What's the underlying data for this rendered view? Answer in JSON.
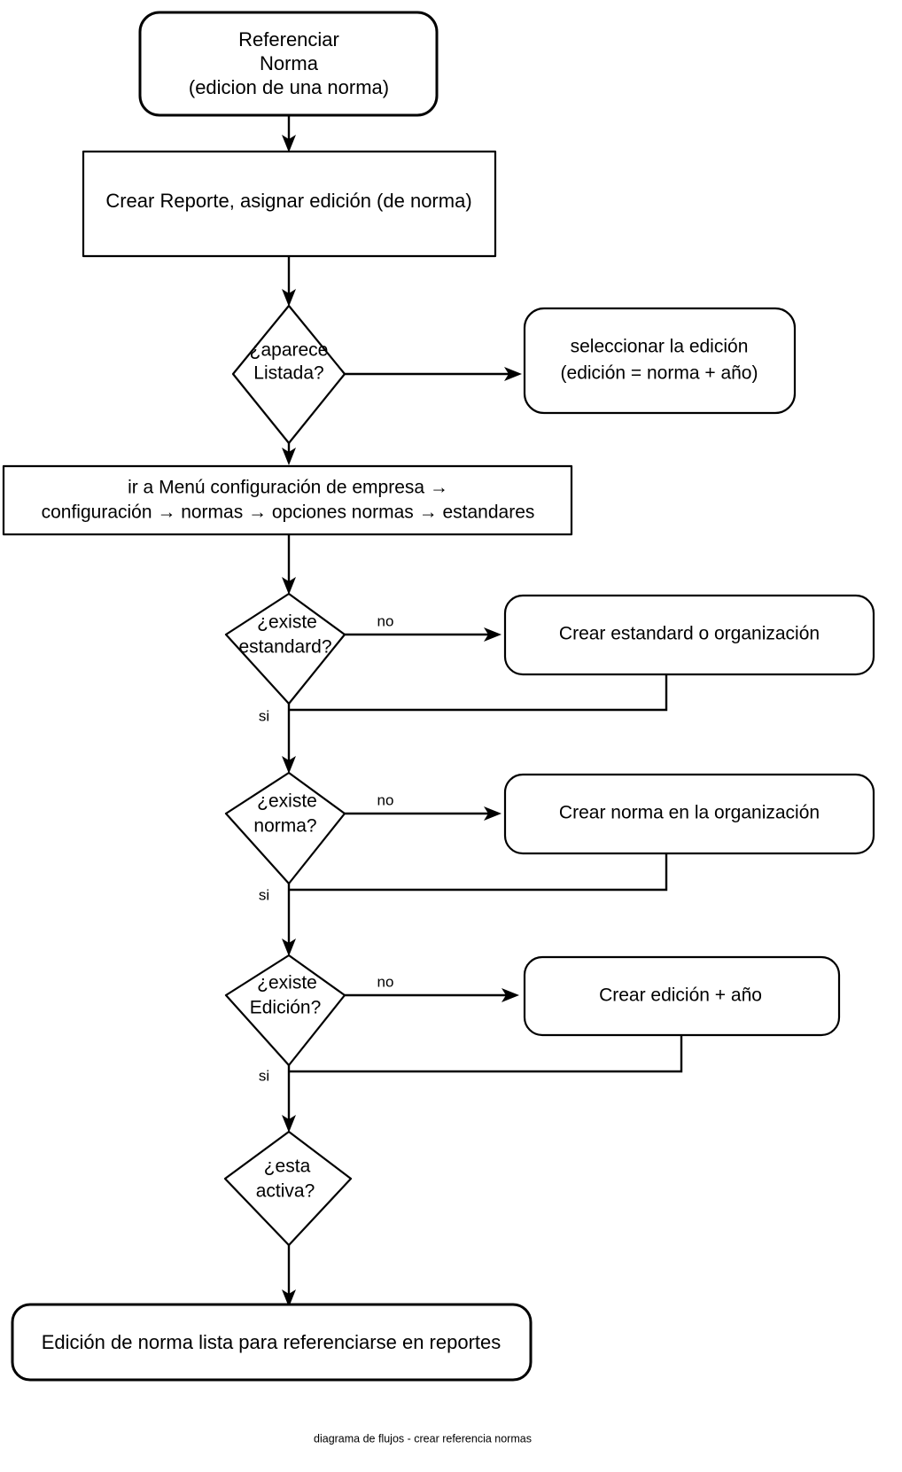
{
  "diagram": {
    "caption": "diagrama de flujos - crear referencia normas",
    "colors": {
      "background": "#ffffff",
      "stroke": "#000000",
      "text": "#000000"
    },
    "nodes": {
      "start": {
        "shape": "rounded-rect",
        "line1": "Referenciar",
        "line2": "Norma",
        "line3": "(edicion de una norma)"
      },
      "crear_reporte": {
        "shape": "rect",
        "line1": "Crear Reporte, asignar edición (de norma)"
      },
      "aparece_listada": {
        "shape": "diamond",
        "line1": "¿aparece",
        "line2": "Listada?"
      },
      "seleccionar_edicion": {
        "shape": "rounded-rect",
        "line1": "seleccionar la edición",
        "line2": "(edición = norma + año)"
      },
      "ir_a_menu": {
        "shape": "rect",
        "line1": "ir a Menú configuración de empresa →",
        "line2": "configuración → normas → opciones normas → estandares"
      },
      "existe_estandard": {
        "shape": "diamond",
        "line1": "¿existe",
        "line2": "estandard?"
      },
      "crear_estandard": {
        "shape": "rounded-rect",
        "line1": "Crear estandard o organización"
      },
      "existe_norma": {
        "shape": "diamond",
        "line1": "¿existe",
        "line2": "norma?"
      },
      "crear_norma": {
        "shape": "rounded-rect",
        "line1": "Crear norma en la organización"
      },
      "existe_edicion": {
        "shape": "diamond",
        "line1": "¿existe",
        "line2": "Edición?"
      },
      "crear_edicion": {
        "shape": "rounded-rect",
        "line1": "Crear edición + año"
      },
      "esta_activa": {
        "shape": "diamond",
        "line1": "¿esta",
        "line2": "activa?"
      },
      "fin": {
        "shape": "rounded-rect",
        "line1": "Edición de norma lista para referenciarse en reportes"
      }
    },
    "edge_labels": {
      "estandard_no": "no",
      "estandard_si": "si",
      "norma_no": "no",
      "norma_si": "si",
      "edicion_no": "no",
      "edicion_si": "si"
    }
  }
}
